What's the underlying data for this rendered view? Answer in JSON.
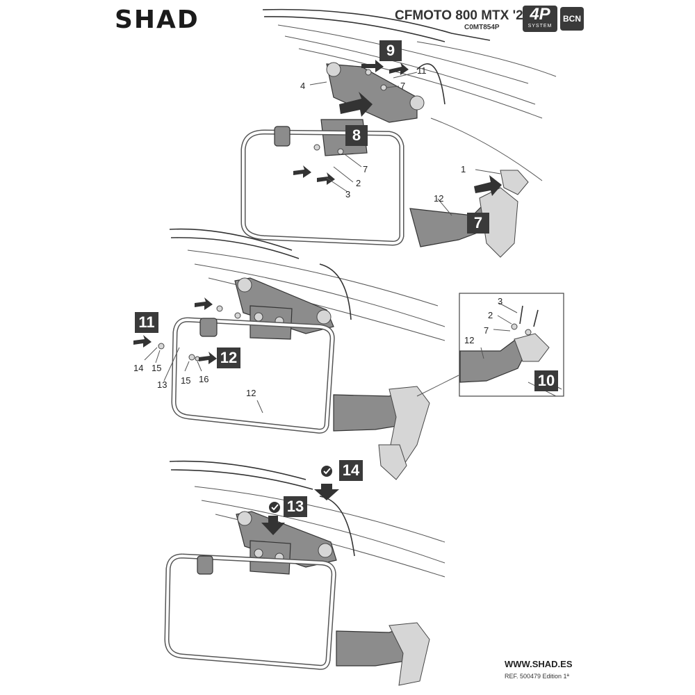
{
  "header": {
    "logo": "SHAD",
    "model": "CFMOTO 800 MTX '25",
    "code": "C0MT854P",
    "badge_4p": "4P",
    "badge_4p_sub": "SYSTEM",
    "badge_bcn": "BCN"
  },
  "steps": {
    "s9": "9",
    "s8": "8",
    "s7": "7",
    "s11": "11",
    "s12": "12",
    "s10": "10",
    "s14": "14",
    "s13": "13"
  },
  "parts": {
    "p11_a": "11",
    "p4": "4",
    "p7_a": "7",
    "p7_b": "7",
    "p2_a": "2",
    "p3_a": "3",
    "p1": "1",
    "p12_a": "12",
    "p14": "14",
    "p15_a": "15",
    "p13": "13",
    "p15_b": "15",
    "p16": "16",
    "p12_b": "12",
    "p3_b": "3",
    "p2_b": "2",
    "p7_c": "7",
    "p12_c": "12"
  },
  "footer": {
    "url": "WWW.SHAD.ES",
    "ref": "REF. 500479 Edition 1ª"
  },
  "icons": [
    "checkmark-icon",
    "push-arrow-icon"
  ],
  "colors": {
    "dark": "#3a3a3a",
    "metal": "#8c8c8c"
  }
}
